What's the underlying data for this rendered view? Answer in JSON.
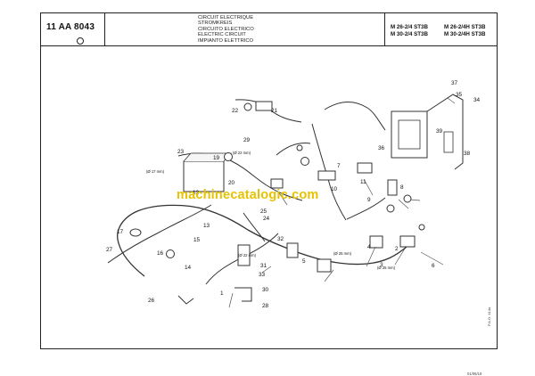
{
  "header": {
    "doc_code": "11 AA 8043",
    "title_lines": [
      "CIRCUIT ELECTRIQUE",
      "STROMKREIS",
      "CIRCUITO ELECTRICO",
      "ELECTRIC CIRCUIT",
      "IMPIANTO ELETTRICO"
    ],
    "models": {
      "left": [
        "M 26-2/4 ST3B",
        "M 30-2/4 ST3B"
      ],
      "right": [
        "M 26-2/4H ST3B",
        "M 30-2/4H ST3B"
      ]
    }
  },
  "diagram": {
    "callouts": [
      "1",
      "2",
      "3",
      "4",
      "5",
      "6",
      "7",
      "8",
      "9",
      "10",
      "11",
      "12",
      "13",
      "14",
      "15",
      "16",
      "17",
      "19",
      "20",
      "21",
      "22",
      "23",
      "24",
      "25",
      "26",
      "27",
      "28",
      "29",
      "30",
      "31",
      "32",
      "33",
      "34",
      "35",
      "36",
      "37",
      "38",
      "39"
    ],
    "torque_notes": [
      "(Ø 22 mm)",
      "(Ø 17 mm)",
      "(Ø 22 mm)",
      "(Ø 25 mm)",
      "(Ø 25 mm)"
    ],
    "watermark": "machinecatalogic.com",
    "side_ref": "P.A.O. 414a",
    "date_ref": "01/06/19"
  },
  "colors": {
    "line": "#333333",
    "border": "#222222",
    "watermark": "#e8c200"
  }
}
